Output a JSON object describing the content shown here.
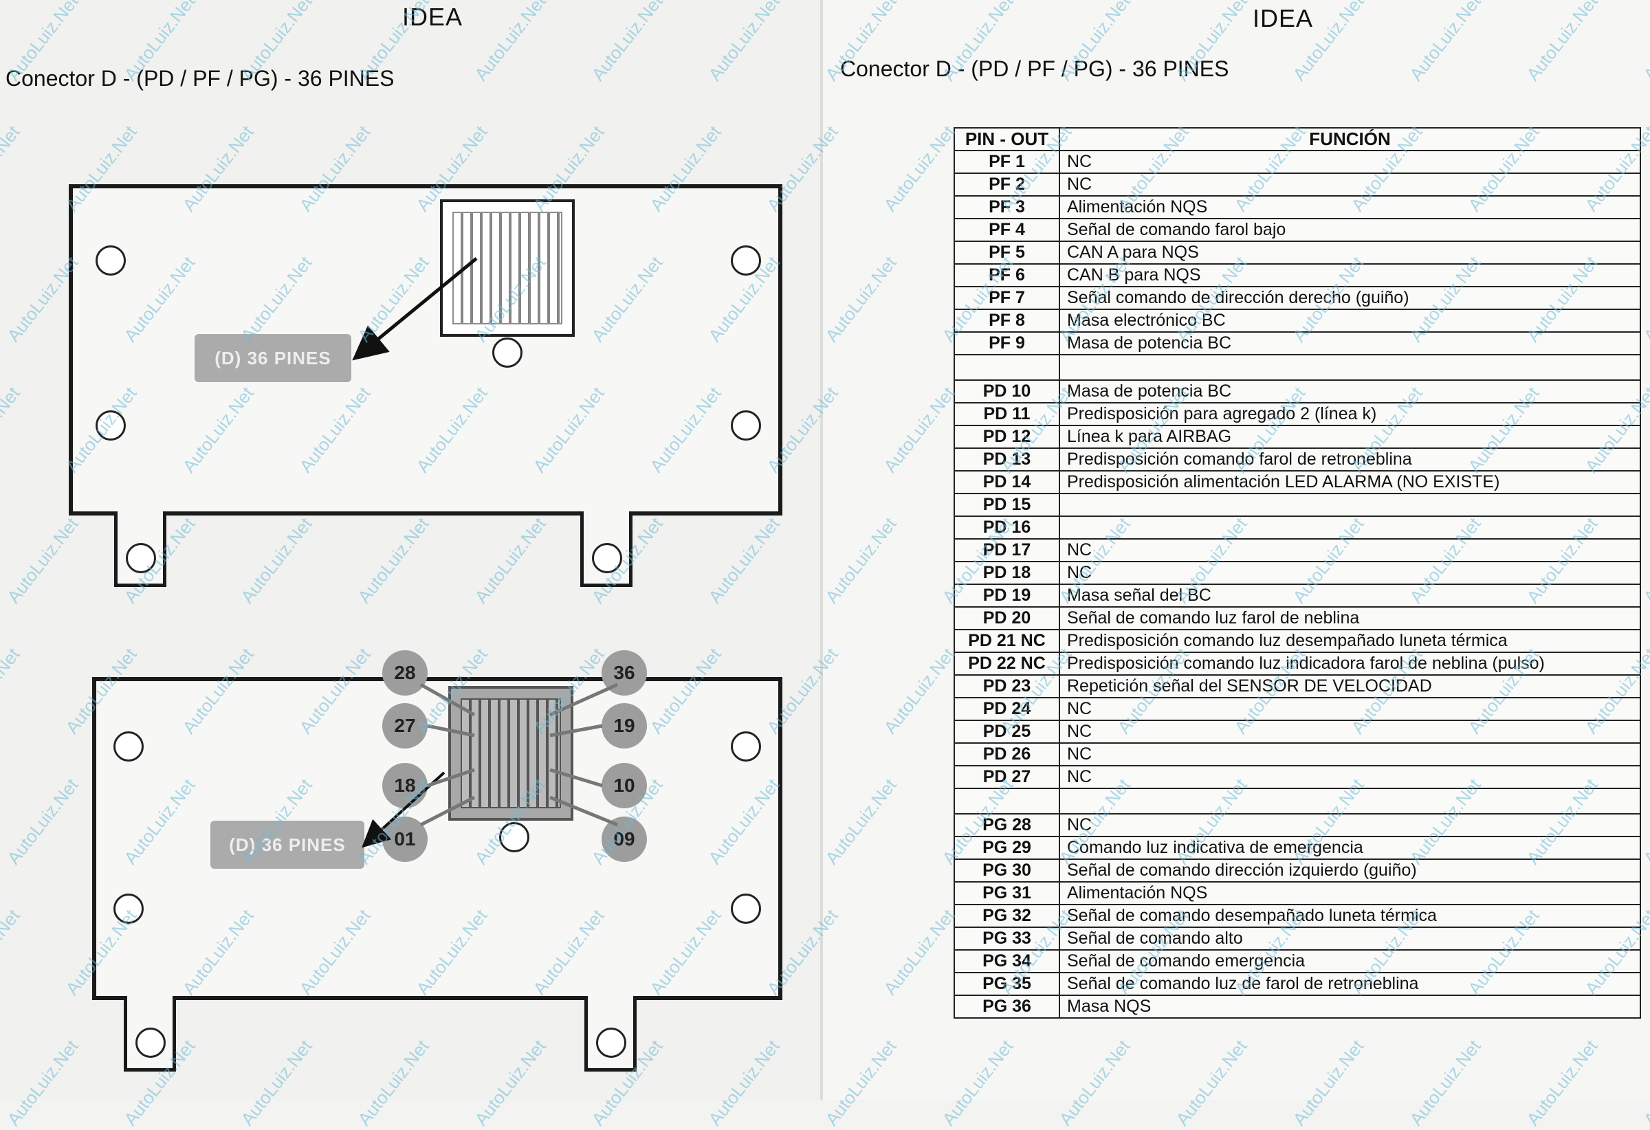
{
  "left_page": {
    "title": "IDEA",
    "subtitle": "Conector D - (PD / PF / PG) - 36 PINES",
    "diagram_top": {
      "tag": "(D) 36 PINES"
    },
    "diagram_bottom": {
      "tag": "(D) 36 PINES",
      "pin_badges": [
        "28",
        "36",
        "27",
        "19",
        "18",
        "10",
        "01",
        "09"
      ]
    }
  },
  "right_page": {
    "title": "IDEA",
    "subtitle": "Conector D - (PD / PF / PG) - 36 PINES",
    "table": {
      "headers": [
        "PIN - OUT",
        "FUNCIÓN"
      ],
      "rows": [
        {
          "pin": "PF 1",
          "fn": "NC"
        },
        {
          "pin": "PF 2",
          "fn": "NC"
        },
        {
          "pin": "PF 3",
          "fn": "Alimentación NQS"
        },
        {
          "pin": "PF 4",
          "fn": "Señal de comando farol bajo"
        },
        {
          "pin": "PF 5",
          "fn": "CAN A para NQS"
        },
        {
          "pin": "PF 6",
          "fn": "CAN B para NQS"
        },
        {
          "pin": "PF 7",
          "fn": "Señal comando de dirección derecho (guiño)"
        },
        {
          "pin": "PF 8",
          "fn": "Masa electrónico BC"
        },
        {
          "pin": "PF 9",
          "fn": "Masa de potencia BC"
        },
        {
          "pin": "",
          "fn": ""
        },
        {
          "pin": "PD 10",
          "fn": "Masa de potencia BC"
        },
        {
          "pin": "PD 11",
          "fn": "Predisposición para agregado 2 (línea k)"
        },
        {
          "pin": "PD 12",
          "fn": "Línea k para AIRBAG"
        },
        {
          "pin": "PD 13",
          "fn": "Predisposición comando farol de retroneblina"
        },
        {
          "pin": "PD 14",
          "fn": "Predisposición alimentación LED ALARMA (NO EXISTE)"
        },
        {
          "pin": "PD 15",
          "fn": ""
        },
        {
          "pin": "PD 16",
          "fn": ""
        },
        {
          "pin": "PD 17",
          "fn": "NC"
        },
        {
          "pin": "PD 18",
          "fn": "NC"
        },
        {
          "pin": "PD 19",
          "fn": "Masa señal del BC"
        },
        {
          "pin": "PD 20",
          "fn": "Señal de comando luz farol de neblina"
        },
        {
          "pin": "PD 21 NC",
          "fn": "Predisposición comando luz desempañado luneta térmica"
        },
        {
          "pin": "PD 22 NC",
          "fn": "Predisposición comando luz indicadora farol de neblina (pulso)"
        },
        {
          "pin": "PD 23",
          "fn": "Repetición señal del SENSOR DE VELOCIDAD"
        },
        {
          "pin": "PD 24",
          "fn": "NC"
        },
        {
          "pin": "PD 25",
          "fn": "NC"
        },
        {
          "pin": "PD 26",
          "fn": "NC"
        },
        {
          "pin": "PD 27",
          "fn": "NC"
        },
        {
          "pin": "",
          "fn": ""
        },
        {
          "pin": "PG 28",
          "fn": "NC"
        },
        {
          "pin": "PG 29",
          "fn": "Comando luz indicativa de emergencia"
        },
        {
          "pin": "PG 30",
          "fn": "Señal de comando dirección izquierdo (guiño)"
        },
        {
          "pin": "PG 31",
          "fn": "Alimentación NQS"
        },
        {
          "pin": "PG 32",
          "fn": "Señal de comando desempañado luneta térmica"
        },
        {
          "pin": "PG 33",
          "fn": "Señal de comando alto"
        },
        {
          "pin": "PG 34",
          "fn": "Señal de comando emergencia"
        },
        {
          "pin": "PG 35",
          "fn": "Señal de comando luz de farol de retroneblina"
        },
        {
          "pin": "PG 36",
          "fn": "Masa NQS"
        }
      ]
    }
  },
  "watermark": "AutoLuiz.Net"
}
